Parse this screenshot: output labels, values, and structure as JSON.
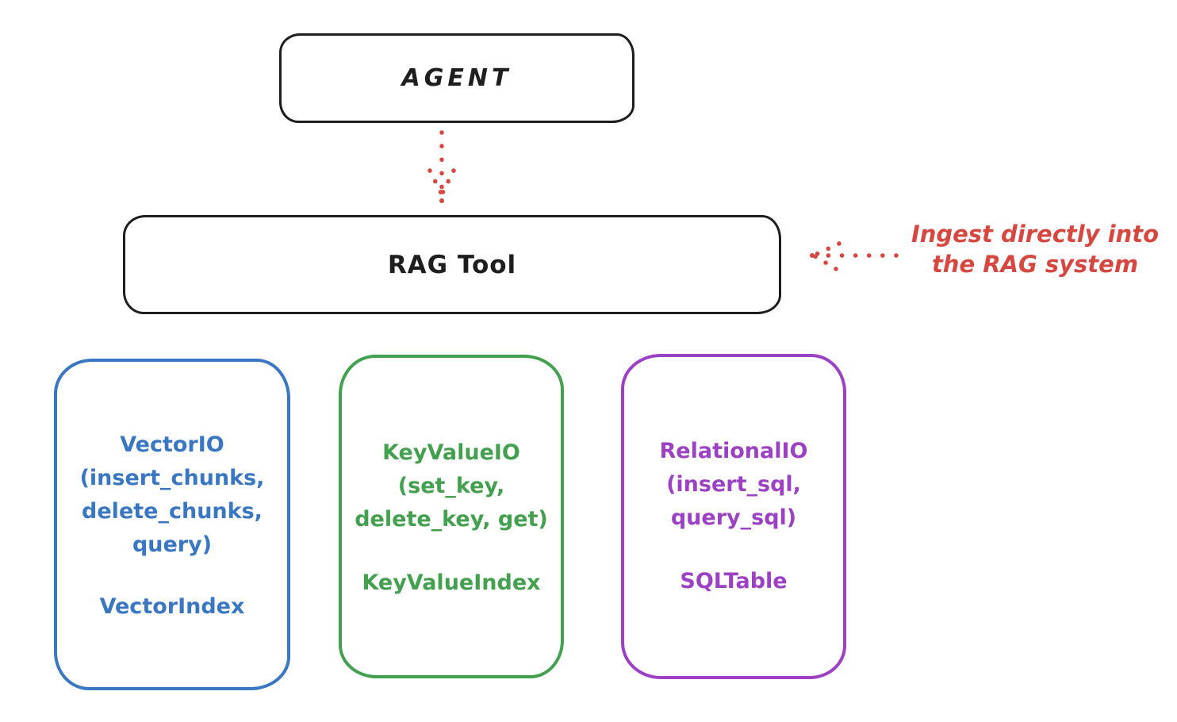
{
  "agent_box": {
    "label": "AGENT"
  },
  "rag_tool_box": {
    "label": "RAG Tool"
  },
  "annotation": {
    "line1": "Ingest directly into",
    "line2": "the RAG system",
    "color": "#d6483f"
  },
  "arrows": {
    "agent_to_rag": "dotted red arrow pointing down from AGENT to RAG Tool",
    "annotation_to_rag": "dotted red arrow pointing left from annotation to RAG Tool"
  },
  "storage_boxes": [
    {
      "title": "VectorIO",
      "methods": [
        "(insert_chunks,",
        "delete_chunks,",
        "query)"
      ],
      "index_label": "VectorIndex",
      "color": "#3a77c2"
    },
    {
      "title": "KeyValueIO",
      "methods": [
        "(set_key,",
        "delete_key, get)"
      ],
      "index_label": "KeyValueIndex",
      "color": "#43a04f"
    },
    {
      "title": "RelationalIO",
      "methods": [
        "(insert_sql,",
        "query_sql)"
      ],
      "index_label": "SQLTable",
      "color": "#9c41c4"
    }
  ],
  "colors": {
    "stroke_black": "#1e1e1e",
    "accent_red": "#d6483f",
    "accent_blue": "#3a77c2",
    "accent_green": "#43a04f",
    "accent_purple": "#9c41c4"
  }
}
